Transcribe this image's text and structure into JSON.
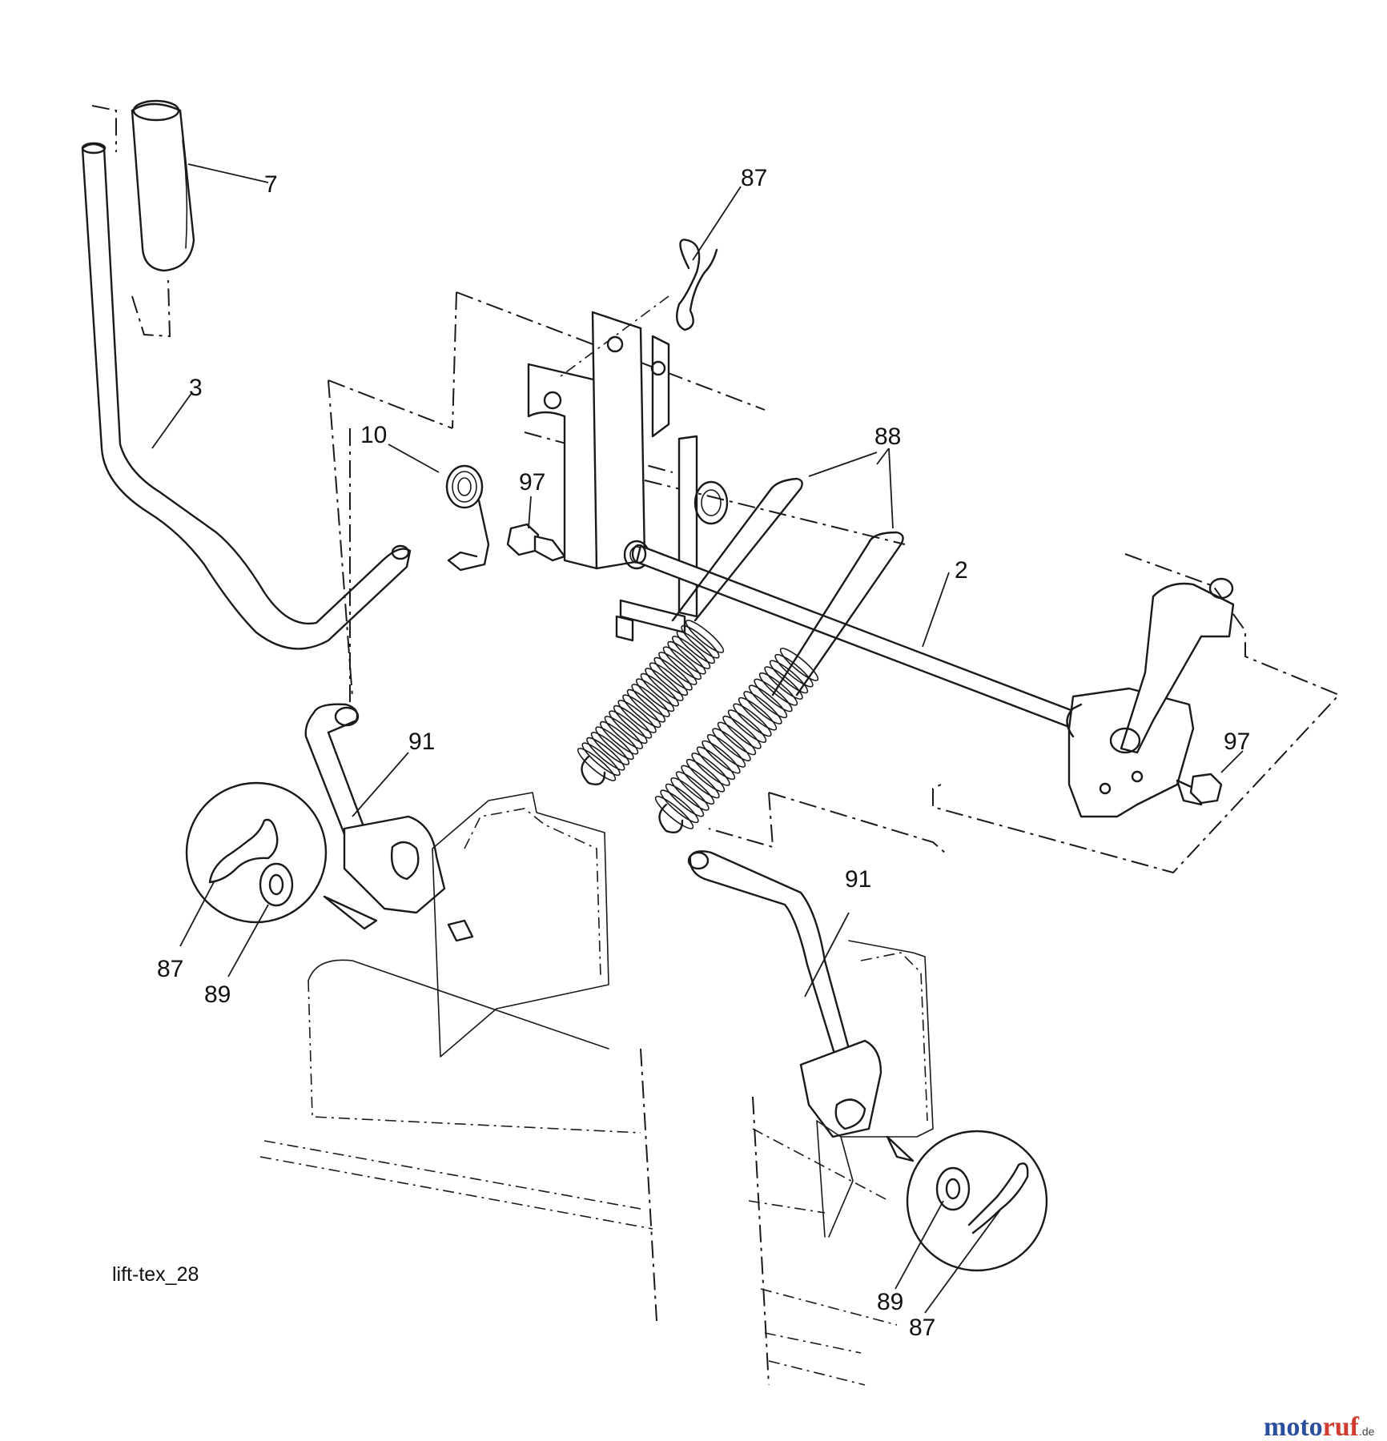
{
  "callouts": [
    {
      "id": "c7",
      "label": "7"
    },
    {
      "id": "c3",
      "label": "3"
    },
    {
      "id": "c87a",
      "label": "87"
    },
    {
      "id": "c10",
      "label": "10"
    },
    {
      "id": "c97a",
      "label": "97"
    },
    {
      "id": "c88",
      "label": "88"
    },
    {
      "id": "c2",
      "label": "2"
    },
    {
      "id": "c97b",
      "label": "97"
    },
    {
      "id": "c91a",
      "label": "91"
    },
    {
      "id": "c91b",
      "label": "91"
    },
    {
      "id": "c87b",
      "label": "87"
    },
    {
      "id": "c89a",
      "label": "89"
    },
    {
      "id": "c89b",
      "label": "89"
    },
    {
      "id": "c87c",
      "label": "87"
    }
  ],
  "reference": "lift-tex_28",
  "watermark": {
    "part1": "moto",
    "part2": "ruf",
    "suffix": ".de"
  }
}
